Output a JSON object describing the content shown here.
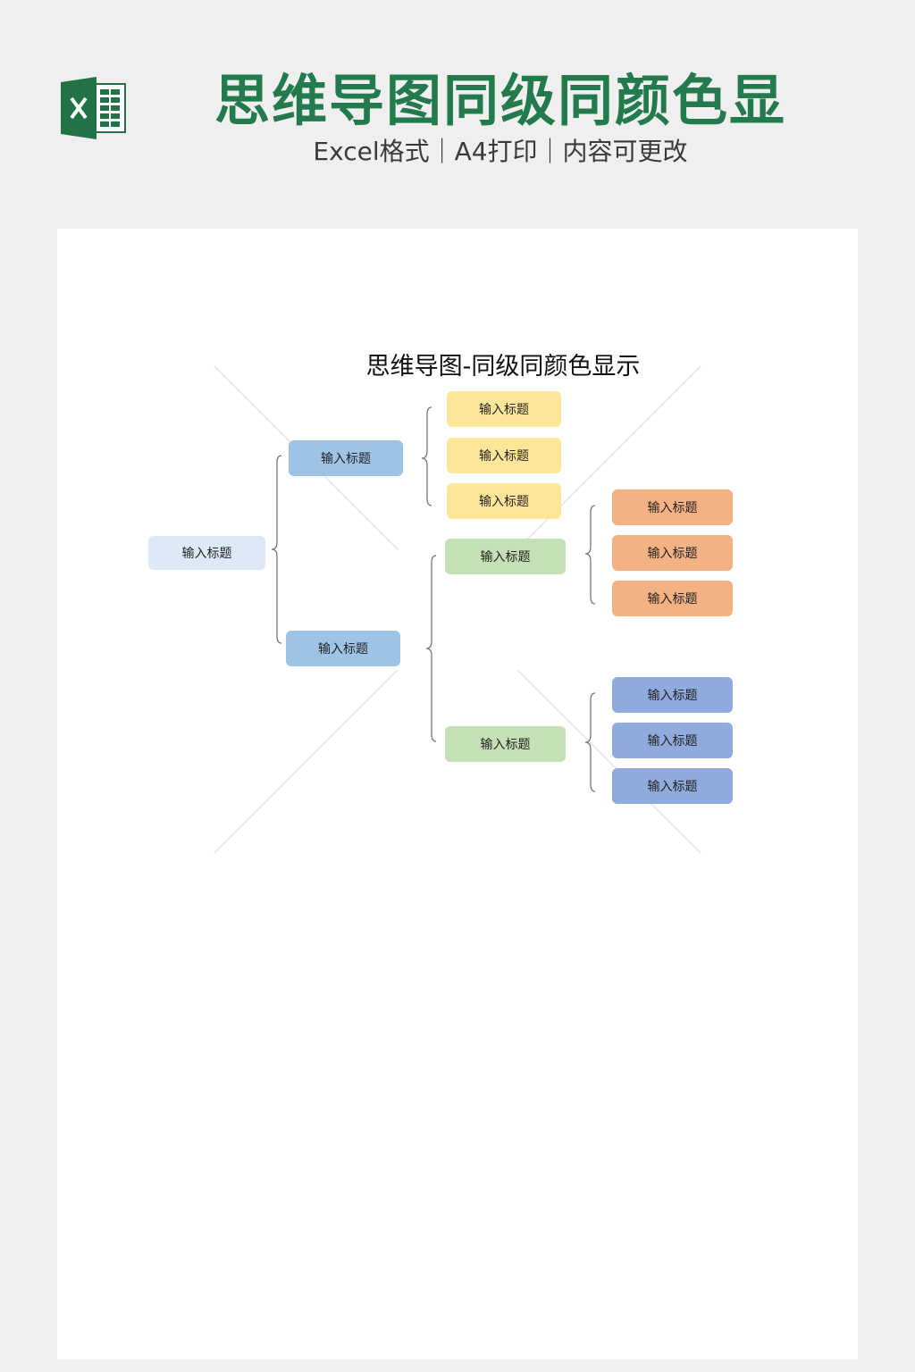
{
  "header": {
    "title": "思维导图同级同颜色显",
    "subtitle": "Excel格式｜A4打印｜内容可更改",
    "logo_icon": "excel-icon"
  },
  "map": {
    "title": "思维导图-同级同颜色显示",
    "colors": {
      "root": "#dde9f6",
      "level1": "#9dc3e6",
      "yellow": "#ffe699",
      "green": "#c5e0b4",
      "orange": "#f4b183",
      "blue": "#8faadc"
    },
    "root": "输入标题",
    "level1": [
      "输入标题",
      "输入标题"
    ],
    "yellow": [
      "输入标题",
      "输入标题",
      "输入标题"
    ],
    "green": [
      "输入标题",
      "输入标题"
    ],
    "orange": [
      "输入标题",
      "输入标题",
      "输入标题"
    ],
    "blue": [
      "输入标题",
      "输入标题",
      "输入标题"
    ]
  }
}
